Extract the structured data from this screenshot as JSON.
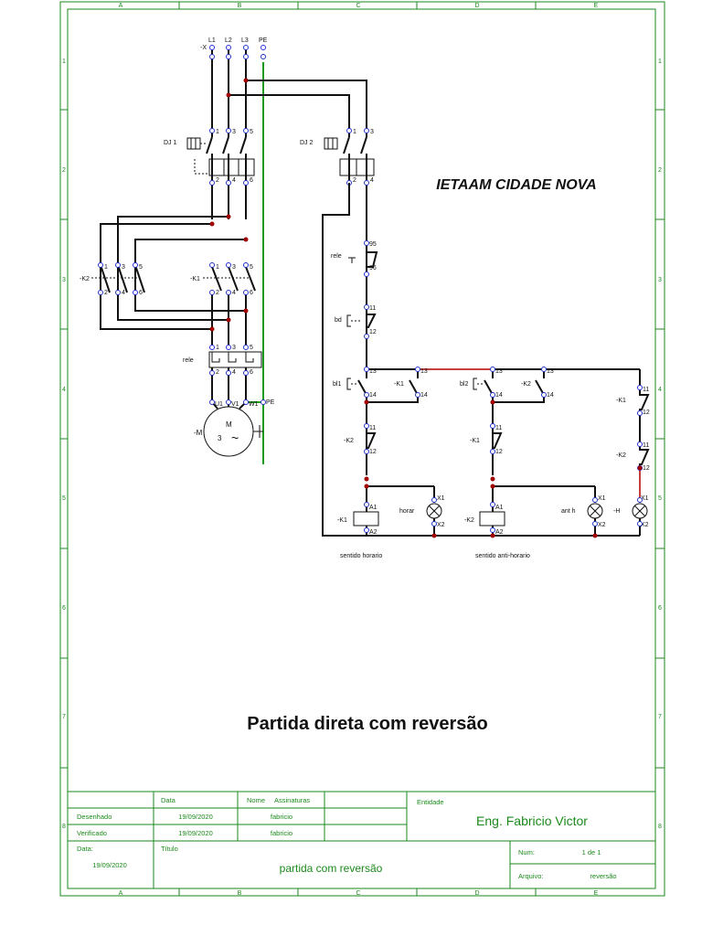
{
  "frame": {
    "columns": [
      "A",
      "B",
      "C",
      "D",
      "E"
    ],
    "rows": [
      "1",
      "2",
      "3",
      "4",
      "5",
      "6",
      "7",
      "8"
    ]
  },
  "header": {
    "org": "IETAAM CIDADE NOVA",
    "title": "Partida direta com reversão"
  },
  "power": {
    "supply_prefix": "-X",
    "phases": [
      "L1",
      "L2",
      "L3"
    ],
    "pe": "PE",
    "dj1": "DJ 1",
    "dj2": "DJ 2",
    "k2": "-K2",
    "k1": "-K1",
    "relay": "rele",
    "motor_tag": "-M",
    "motor_m": "M",
    "motor_3": "3",
    "motor_tilde": "~",
    "motor_terms": [
      "U1",
      "V1",
      "W1",
      "PE"
    ],
    "pole_top": [
      "1",
      "3",
      "5"
    ],
    "pole_bottom": [
      "2",
      "4",
      "6"
    ],
    "dj2_top": [
      "1",
      "3"
    ],
    "dj2_bottom": [
      "2",
      "4"
    ]
  },
  "control": {
    "relay_label": "rele",
    "relay_terms": [
      "95",
      "96"
    ],
    "bd_label": "bd",
    "bd_terms": [
      "11",
      "12"
    ],
    "bl1_label": "bl1",
    "bl2_label": "bl2",
    "term_13": "13",
    "term_14": "14",
    "term_11": "11",
    "term_12": "12",
    "k1_label": "-K1",
    "k2_label": "-K2",
    "coil_a1": "A1",
    "coil_a2": "A2",
    "lamp_x1": "X1",
    "lamp_x2": "X2",
    "lamp_horar": "horar",
    "lamp_anth": "ant h",
    "lamp_h": "-H",
    "caption_left": "sentido horario",
    "caption_right": "sentido anti-horario"
  },
  "titleblock": {
    "col_data": "Data",
    "col_nome": "Nome",
    "col_assin": "Assinaturas",
    "desenhado": "Desenhado",
    "verificado": "Verificado",
    "date1": "19/09/2020",
    "date2": "19/09/2020",
    "name1": "fabricio",
    "name2": "fabricio",
    "entidade_label": "Entidade",
    "entidade": "Eng. Fabricio Victor",
    "data_label": "Data:",
    "data_value": "19/09/2020",
    "titulo_label": "Título",
    "titulo": "partida com reversão",
    "num_label": "Num:",
    "num_value": "1 de 1",
    "arquivo_label": "Arquivo:",
    "arquivo_value": "reversão"
  }
}
